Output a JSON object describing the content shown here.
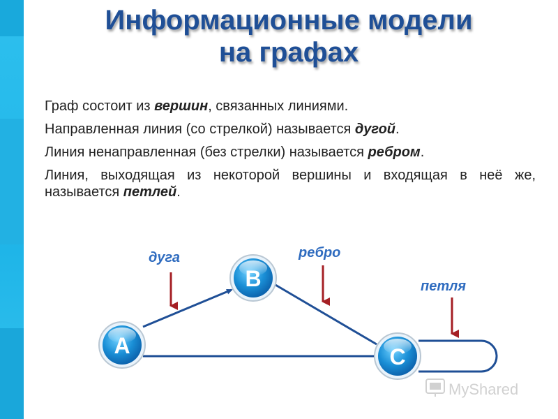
{
  "title": {
    "line1": "Информационные модели",
    "line2": "на графах"
  },
  "paragraphs": [
    {
      "pre": "Граф состоит из ",
      "em": "вершин",
      "post": ", связанных линиями."
    },
    {
      "pre": "Направленная линия (со стрелкой) называется ",
      "em": "дугой",
      "post": "."
    },
    {
      "pre": "Линия ненаправленная (без стрелки) называется ",
      "em": "ребром",
      "post": "."
    },
    {
      "pre": "Линия, выходящая из некоторой вершины и входящая в неё же, называется ",
      "em": "петлей",
      "post": "."
    }
  ],
  "graph": {
    "nodes": {
      "a": "A",
      "b": "B",
      "c": "C"
    },
    "labels": {
      "arc": "дуга",
      "edge": "ребро",
      "loop": "петля"
    }
  },
  "watermark": "MyShared",
  "colors": {
    "accent_bar": "#2ec0ee",
    "title": "#1f4f96",
    "node": "#1a8fd6",
    "edge": "#1f4f96",
    "label": "#2e6bbf",
    "pointer": "#a51f24"
  }
}
